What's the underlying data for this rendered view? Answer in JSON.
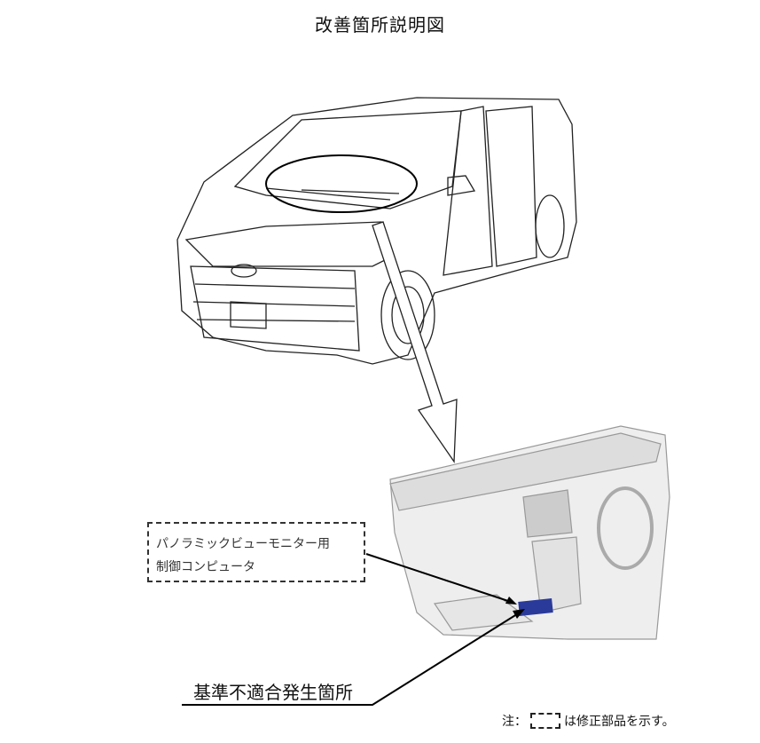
{
  "title": "改善箇所説明図",
  "callout": {
    "line1": "パノラミックビューモニター用",
    "line2": "制御コンピュータ"
  },
  "defect_label": "基準不適合発生箇所",
  "note": {
    "prefix": "注：",
    "suffix": "は修正部品を示す。"
  },
  "colors": {
    "part": "#2a3a9a"
  }
}
